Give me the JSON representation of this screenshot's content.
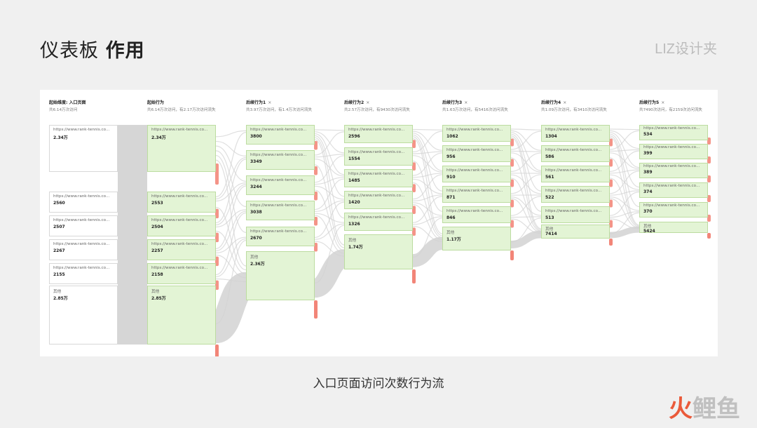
{
  "header": {
    "title_light": "仪表板",
    "title_bold": "作用",
    "brand": "LIZ设计夹"
  },
  "caption": "入口页面访问次数行为流",
  "logo": {
    "c1": "火",
    "c2": "鲤",
    "c3": "鱼"
  },
  "colors": {
    "node_fill": "#e3f4d5",
    "node_border": "#bcdca0",
    "drop_red": "#f07060",
    "link_gray": "#d2d2d2",
    "source_gray": "#d6d6d6"
  },
  "flow": {
    "columns": [
      {
        "title": "起始维度: 入口页面",
        "close": "",
        "sub": "共6.14万次访问",
        "nodes": [
          {
            "url": "https://www.rank-tennis.co...",
            "value": "2.34万"
          },
          {
            "url": "https://www.rank-tennis.co...",
            "value": "2560"
          },
          {
            "url": "https://www.rank-tennis.co...",
            "value": "2507"
          },
          {
            "url": "https://www.rank-tennis.co...",
            "value": "2267"
          },
          {
            "url": "https://www.rank-tennis.co...",
            "value": "2155"
          },
          {
            "url": "其他",
            "value": "2.85万"
          }
        ]
      },
      {
        "title": "起始行为",
        "close": "",
        "sub": "共6.14万次访问，有2.17万次访问流失",
        "nodes": [
          {
            "url": "https://www.rank-tennis.co...",
            "value": "2.34万"
          },
          {
            "url": "https://www.rank-tennis.co...",
            "value": "2553"
          },
          {
            "url": "https://www.rank-tennis.co...",
            "value": "2504"
          },
          {
            "url": "https://www.rank-tennis.co...",
            "value": "2257"
          },
          {
            "url": "https://www.rank-tennis.co...",
            "value": "2158"
          },
          {
            "url": "其他",
            "value": "2.85万"
          }
        ]
      },
      {
        "title": "后续行为1",
        "close": "×",
        "sub": "共3.97万次访问，有1.4万次访问流失",
        "nodes": [
          {
            "url": "https://www.rank-tennis.co...",
            "value": "3800"
          },
          {
            "url": "https://www.rank-tennis.co...",
            "value": "3349"
          },
          {
            "url": "https://www.rank-tennis.co...",
            "value": "3244"
          },
          {
            "url": "https://www.rank-tennis.co...",
            "value": "3038"
          },
          {
            "url": "https://www.rank-tennis.co...",
            "value": "2670"
          },
          {
            "url": "其他",
            "value": "2.36万"
          }
        ]
      },
      {
        "title": "后续行为2",
        "close": "×",
        "sub": "共2.57万次访问，有9430次访问流失",
        "nodes": [
          {
            "url": "https://www.rank-tennis.co...",
            "value": "2596"
          },
          {
            "url": "https://www.rank-tennis.co...",
            "value": "1554"
          },
          {
            "url": "https://www.rank-tennis.co...",
            "value": "1485"
          },
          {
            "url": "https://www.rank-tennis.co...",
            "value": "1420"
          },
          {
            "url": "https://www.rank-tennis.co...",
            "value": "1326"
          },
          {
            "url": "其他",
            "value": "1.74万"
          }
        ]
      },
      {
        "title": "后续行为3",
        "close": "×",
        "sub": "共1.63万次访问，有5416次访问流失",
        "nodes": [
          {
            "url": "https://www.rank-tennis.co...",
            "value": "1062"
          },
          {
            "url": "https://www.rank-tennis.co...",
            "value": "956"
          },
          {
            "url": "https://www.rank-tennis.co...",
            "value": "910"
          },
          {
            "url": "https://www.rank-tennis.co...",
            "value": "871"
          },
          {
            "url": "https://www.rank-tennis.co...",
            "value": "846"
          },
          {
            "url": "其他",
            "value": "1.17万"
          }
        ]
      },
      {
        "title": "后续行为4",
        "close": "×",
        "sub": "共1.09万次访问，有3410次访问流失",
        "nodes": [
          {
            "url": "https://www.rank-tennis.co...",
            "value": "1304"
          },
          {
            "url": "https://www.rank-tennis.co...",
            "value": "586"
          },
          {
            "url": "https://www.rank-tennis.co...",
            "value": "561"
          },
          {
            "url": "https://www.rank-tennis.co...",
            "value": "522"
          },
          {
            "url": "https://www.rank-tennis.co...",
            "value": "513"
          },
          {
            "url": "其他",
            "value": "7414"
          }
        ]
      },
      {
        "title": "后续行为5",
        "close": "×",
        "sub": "共7490次访问，有2159次访问流失",
        "nodes": [
          {
            "url": "https://www.rank-tennis.co...",
            "value": "534"
          },
          {
            "url": "https://www.rank-tennis.co...",
            "value": "399"
          },
          {
            "url": "https://www.rank-tennis.co...",
            "value": "389"
          },
          {
            "url": "https://www.rank-tennis.co...",
            "value": "374"
          },
          {
            "url": "https://www.rank-tennis.co...",
            "value": "370"
          },
          {
            "url": "其他",
            "value": "5424"
          }
        ]
      }
    ]
  }
}
